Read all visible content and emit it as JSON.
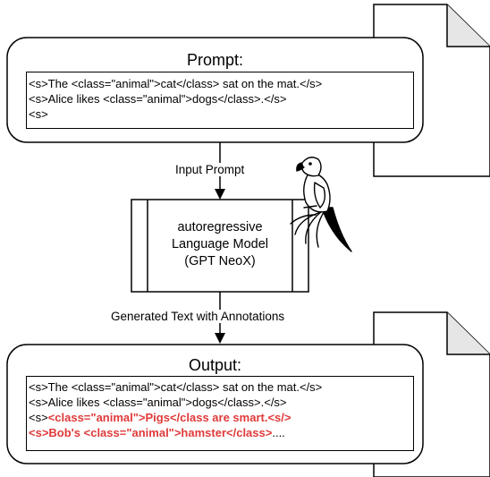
{
  "prompt": {
    "title": "Prompt:",
    "lines": [
      "<s>The <class=\"animal\">cat</class> sat on the mat.</s>",
      "<s>Alice likes <class=\"animal\">dogs</class>.</s>",
      "<s>"
    ]
  },
  "arrow_labels": {
    "input": "Input Prompt",
    "generated": "Generated Text with Annotations"
  },
  "model": {
    "line1": "autoregressive",
    "line2": "Language Model",
    "line3": "(GPT NeoX)"
  },
  "output": {
    "title": "Output:",
    "line1": "<s>The <class=\"animal\">cat</class> sat on the mat.</s>",
    "line2": "<s>Alice likes <class=\"animal\">dogs</class>.</s>",
    "line3_prefix": "<s>",
    "line3_red": "<class=\"animal\">Pigs</class are smart.<s/>",
    "line4_red": "<s>Bob's <class=\"animal\">hamster</class>",
    "line4_suffix": "...."
  },
  "colors": {
    "generated_text": "#e03a3a",
    "stroke": "#000000"
  },
  "icons": [
    "parrot-icon",
    "document-icon"
  ]
}
